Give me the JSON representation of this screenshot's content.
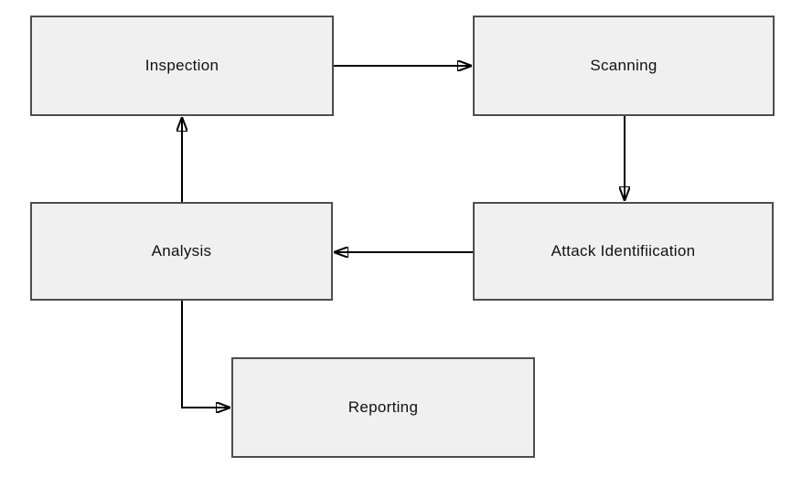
{
  "diagram": {
    "title": "security-process-flowchart",
    "nodes": [
      {
        "id": "inspection",
        "label": "Inspection"
      },
      {
        "id": "scanning",
        "label": "Scanning"
      },
      {
        "id": "attack-identification",
        "label": "Attack Identifiication"
      },
      {
        "id": "analysis",
        "label": "Analysis"
      },
      {
        "id": "reporting",
        "label": "Reporting"
      }
    ],
    "edges": [
      {
        "from": "inspection",
        "to": "scanning"
      },
      {
        "from": "scanning",
        "to": "attack-identification"
      },
      {
        "from": "attack-identification",
        "to": "analysis"
      },
      {
        "from": "analysis",
        "to": "inspection"
      },
      {
        "from": "analysis",
        "to": "reporting"
      }
    ],
    "colors": {
      "background": "#ffffff",
      "node_fill": "#f0f0f0",
      "node_border": "#4d4d4d",
      "arrow": "#000000",
      "text": "#111111"
    }
  }
}
